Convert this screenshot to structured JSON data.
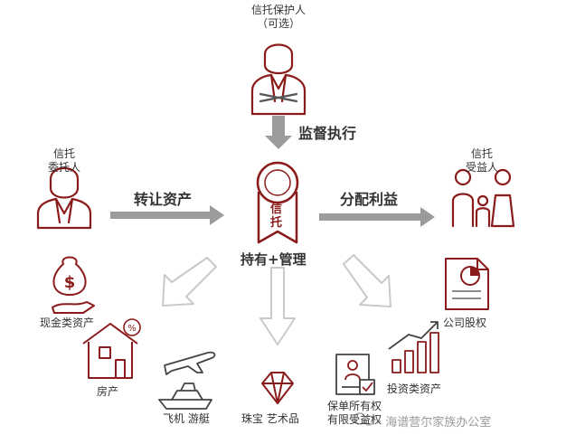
{
  "colors": {
    "accent": "#8b1a1a",
    "ink": "#333333",
    "grey": "#9b9b9b",
    "light": "#dcdcdc"
  },
  "protector": {
    "line1": "信托保护人",
    "line2": "（可选）"
  },
  "supervise_label": "监督执行",
  "settlor": {
    "line1": "信托",
    "line2": "委托人"
  },
  "transfer_label": "转让资产",
  "beneficiary": {
    "line1": "信托",
    "line2": "受益人"
  },
  "distribute_label": "分配利益",
  "trust_seal": {
    "line1": "信",
    "line2": "托"
  },
  "center_label": "持有+管理",
  "assets": {
    "cash": "现金类资产",
    "house": "房产",
    "vehicles": "飞机 游艇",
    "jewelry": "珠宝 艺术品",
    "insurance_l1": "保单所有权",
    "insurance_l2": "有限受益权",
    "investment": "投资类资产",
    "equity": "公司股权"
  },
  "watermark": "· 海谱营尔家族办公室"
}
